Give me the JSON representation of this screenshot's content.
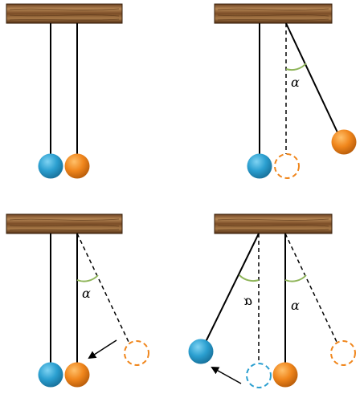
{
  "diagram": {
    "panels": [
      {
        "id": "panel-1-rest",
        "angle_label_right": "",
        "angle_label_left": ""
      },
      {
        "id": "panel-2-released",
        "angle_label_right": "α",
        "angle_label_left": ""
      },
      {
        "id": "panel-3-collision",
        "angle_label_right": "α",
        "angle_label_left": ""
      },
      {
        "id": "panel-4-rebound",
        "angle_label_right": "α",
        "angle_label_left": "α"
      }
    ],
    "colors": {
      "wood_dark": "#5a3518",
      "wood_light": "#a8784a",
      "string": "#000000",
      "blue_ball": "#2b9fd0",
      "orange_ball": "#f0861c",
      "angle_arc": "#8fb55a"
    },
    "icons": [
      "wooden-beam",
      "pendulum-ball",
      "ghost-ball",
      "motion-arrow",
      "angle-arc"
    ]
  }
}
